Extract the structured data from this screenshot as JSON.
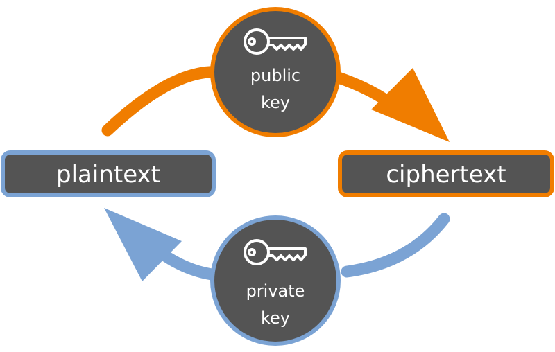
{
  "colors": {
    "orange": "#f07d00",
    "blue": "#7ba3d4",
    "fill": "#545454",
    "text": "#ffffff"
  },
  "nodes": {
    "plaintext": {
      "label": "plaintext"
    },
    "ciphertext": {
      "label": "ciphertext"
    }
  },
  "keys": {
    "public": {
      "line1": "public",
      "line2": "key",
      "icon": "key-icon"
    },
    "private": {
      "line1": "private",
      "line2": "key",
      "icon": "key-icon"
    }
  }
}
